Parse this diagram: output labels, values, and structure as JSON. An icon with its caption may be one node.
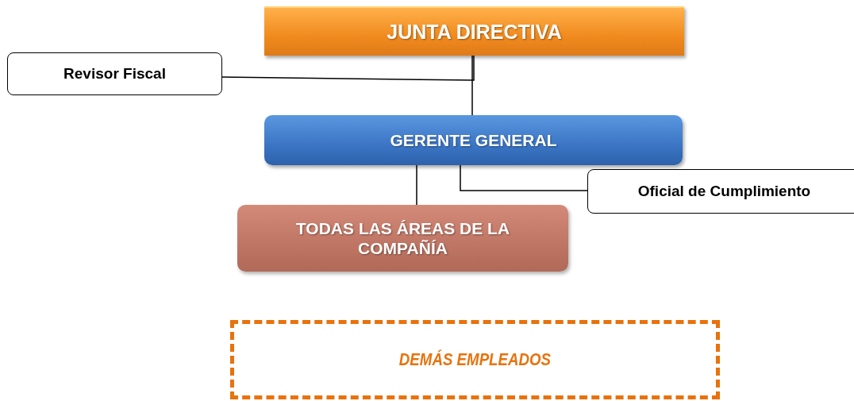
{
  "diagram": {
    "nodes": [
      {
        "text": [
          "JUNTA DIRECTIVA"
        ]
      },
      {
        "text": [
          "Revisor Fiscal"
        ]
      },
      {
        "text": [
          "GERENTE GENERAL"
        ]
      },
      {
        "text": [
          "TODAS LAS ÁREAS DE LA COMPAÑÍA"
        ]
      },
      {
        "text": [
          "Oficial de Cumplimiento"
        ]
      },
      {
        "text": [
          "DEMÁS EMPLEADOS"
        ]
      }
    ],
    "edges": [
      {
        "from": 0,
        "to": 2,
        "arrow": "none"
      },
      {
        "from": 1,
        "to": 0,
        "arrow": "none"
      },
      {
        "from": 2,
        "to": 3,
        "arrow": "none"
      },
      {
        "from": 4,
        "to": 2,
        "arrow": "none"
      }
    ]
  }
}
